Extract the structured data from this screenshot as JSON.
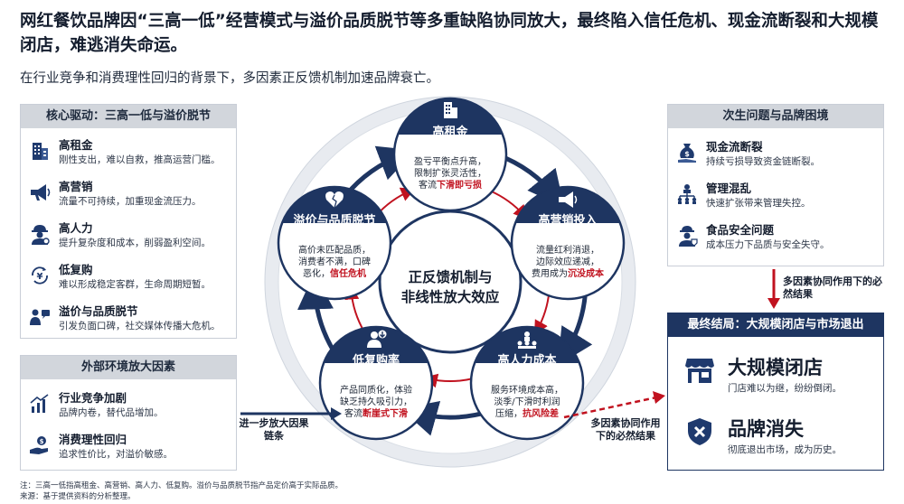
{
  "header": {
    "title": "网红餐饮品牌因“三高一低”经营模式与溢价品质脱节等多重缺陷协同放大，最终陷入信任危机、现金流断裂和大规模闭店，难逃消失命运。",
    "subtitle": "在行业竞争和消费理性回归的背景下，多因素正反馈机制加速品牌衰亡。"
  },
  "core_drivers": {
    "heading": "核心驱动：三高一低与溢价脱节",
    "items": [
      {
        "title": "高租金",
        "desc": "刚性支出，难以自救，推高运营门槛。",
        "icon": "building-icon"
      },
      {
        "title": "高营销",
        "desc": "流量不可持续，加重现金流压力。",
        "icon": "megaphone-icon"
      },
      {
        "title": "高人力",
        "desc": "提升复杂度和成本，削弱盈利空间。",
        "icon": "worker-icon"
      },
      {
        "title": "低复购",
        "desc": "难以形成稳定客群，生命周期短暂。",
        "icon": "yen-cycle-icon"
      },
      {
        "title": "溢价与品质脱节",
        "desc": "引发负面口碑，社交媒体传播大危机。",
        "icon": "speaker-person-icon"
      }
    ]
  },
  "external": {
    "heading": "外部环境放大因素",
    "items": [
      {
        "title": "行业竞争加剧",
        "desc": "品牌内卷，替代品增加。",
        "icon": "trend-chart-icon"
      },
      {
        "title": "消费理性回归",
        "desc": "追求性价比，对溢价敏感。",
        "icon": "hand-coin-icon"
      }
    ]
  },
  "secondary": {
    "heading": "次生问题与品牌困境",
    "items": [
      {
        "title": "现金流断裂",
        "desc": "持续亏损导致资金链断裂。",
        "icon": "money-bag-icon"
      },
      {
        "title": "管理混乱",
        "desc": "快速扩张带来管理失控。",
        "icon": "org-chart-icon"
      },
      {
        "title": "食品安全问题",
        "desc": "成本压力下品质与安全失守。",
        "icon": "food-safety-icon"
      }
    ]
  },
  "arrow_right_label": "多因素协同作用下的必然结果",
  "final": {
    "heading": "最终结局：大规模闭店与市场退出",
    "items": [
      {
        "title": "大规模闭店",
        "desc": "门店难以为继，纷纷倒闭。",
        "icon": "store-icon"
      },
      {
        "title": "品牌消失",
        "desc": "彻底退出市场，成为历史。",
        "icon": "shield-x-icon"
      }
    ]
  },
  "cycle": {
    "center": "正反馈机制与非线性放大效应",
    "nodes": [
      {
        "title": "高租金",
        "desc_pre": "盈亏平衡点升高，\n限制扩张灵活性，\n客流",
        "desc_hl": "下滑即亏损",
        "icon": "building-icon"
      },
      {
        "title": "高营销投入",
        "desc_pre": "流量红利消退，\n边际效应递减，\n费用成为",
        "desc_hl": "沉没成本",
        "icon": "megaphone-icon"
      },
      {
        "title": "高人力成本",
        "desc_pre": "服务环境成本高，\n淡季/下滑时利润\n压缩，",
        "desc_hl": "抗风险差",
        "icon": "team-icon"
      },
      {
        "title": "低复购率",
        "desc_pre": "产品同质化，体验\n缺乏持久吸引力，\n客流",
        "desc_hl": "断崖式下滑",
        "icon": "user-down-icon"
      },
      {
        "title": "溢价与品质脱节",
        "desc_pre": "高价未匹配品质，\n消费者不满，口碑\n恶化，",
        "desc_hl": "信任危机",
        "icon": "broken-heart-icon"
      }
    ]
  },
  "link_left_label": "进一步放大因果链条",
  "link_right_label": "多因素协同作用下的必然结果",
  "footnotes": {
    "note": "注：三高一低指高租金、高营销、高人力、低复购。溢价与品质脱节指产品定价高于实际品质。",
    "source": "来源：基于提供资料的分析整理。"
  },
  "colors": {
    "navy": "#1e3561",
    "accent_red": "#c1121f",
    "panel_head": "#d2d6dc",
    "ring": "#cfd5de"
  }
}
